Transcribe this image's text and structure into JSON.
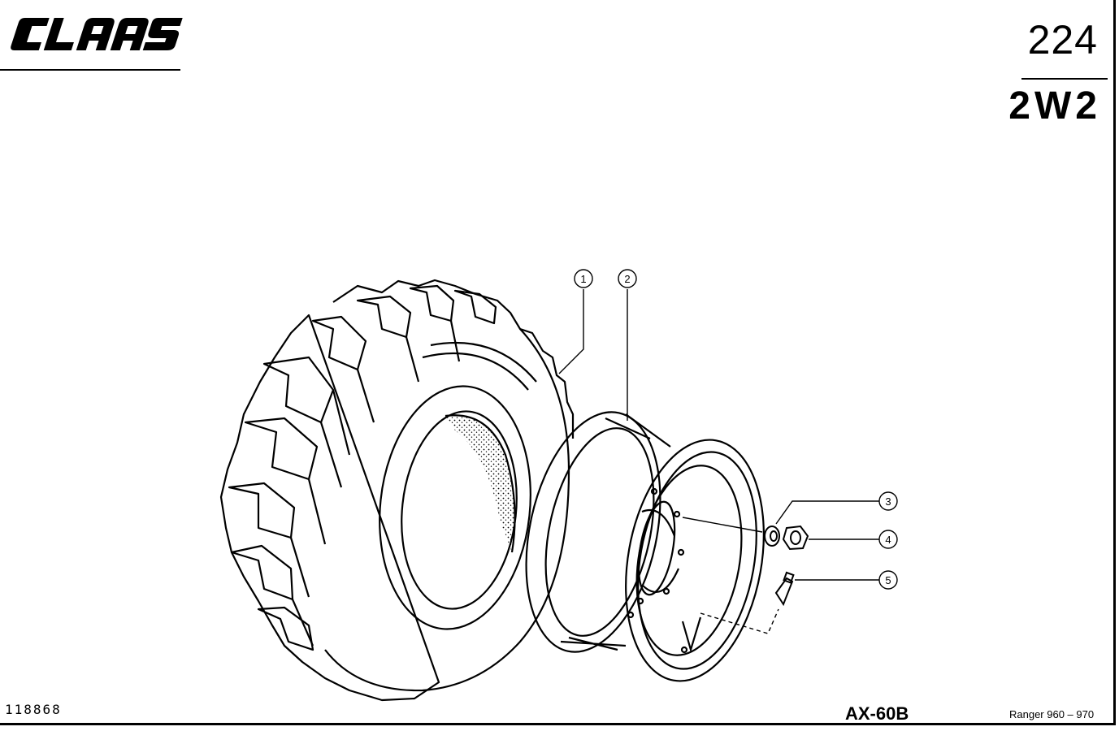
{
  "header": {
    "brand": "CLAAS",
    "page_number": "224",
    "group_code": "2W2"
  },
  "footer": {
    "drawing_number": "118868",
    "model_code": "AX-60B",
    "model_range": "Ranger 960 – 970"
  },
  "callouts": [
    {
      "number": "1",
      "part": "tyre"
    },
    {
      "number": "2",
      "part": "wheel-rim"
    },
    {
      "number": "3",
      "part": "washer"
    },
    {
      "number": "4",
      "part": "wheel-nut"
    },
    {
      "number": "5",
      "part": "tyre-valve"
    }
  ]
}
